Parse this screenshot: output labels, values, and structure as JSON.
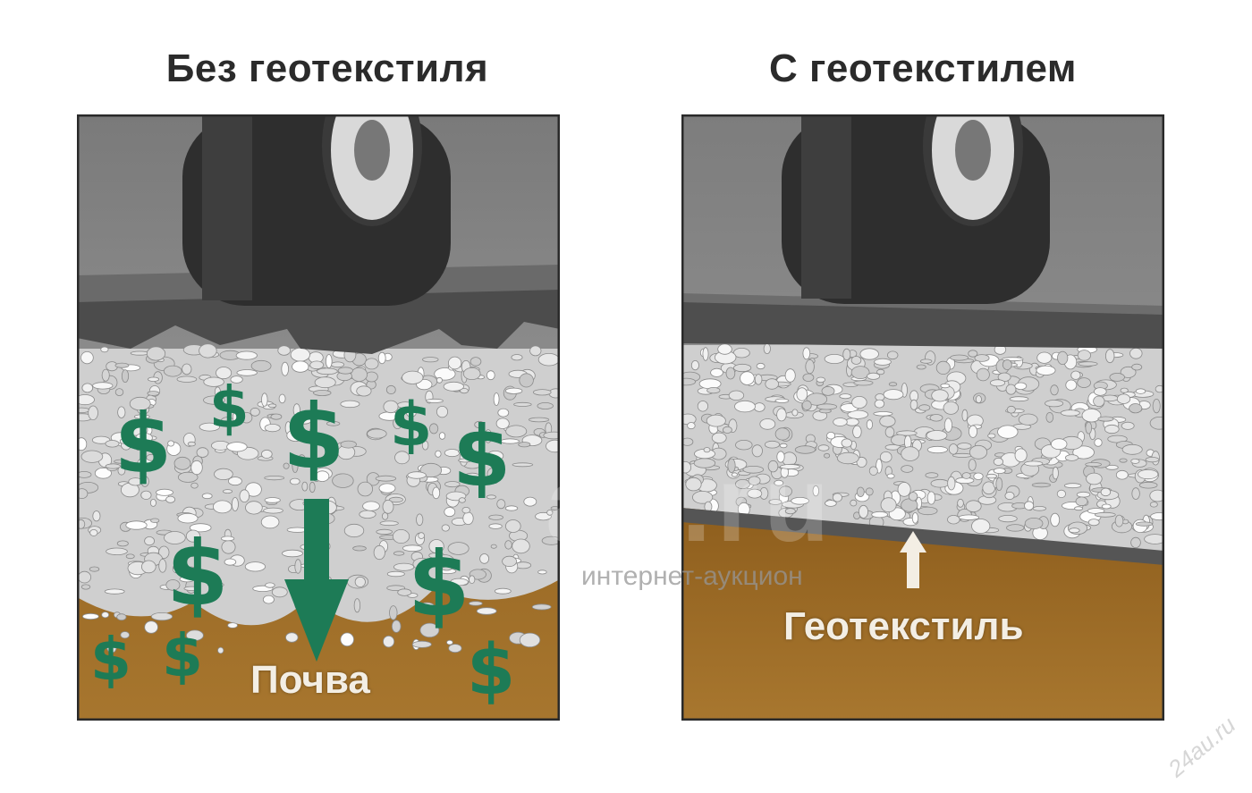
{
  "left_panel": {
    "title": "Без геотекстиля",
    "soil_label": "Почва"
  },
  "right_panel": {
    "title": "С геотекстилем",
    "geotextile_label": "Геотекстиль"
  },
  "watermark": {
    "main": "au.ru",
    "subtitle": "интернет-аукцион",
    "corner": "24au.ru"
  },
  "colors": {
    "soil": "#9a6a24",
    "gravel": "#d6d6d6",
    "pavement": "#5e5e5e",
    "money": "#1d7b56",
    "tire": "#2e2e2e",
    "background": "#ffffff"
  },
  "icons": [
    "tire-icon",
    "dollar-sign-icon",
    "down-arrow-icon",
    "up-arrow-icon"
  ]
}
